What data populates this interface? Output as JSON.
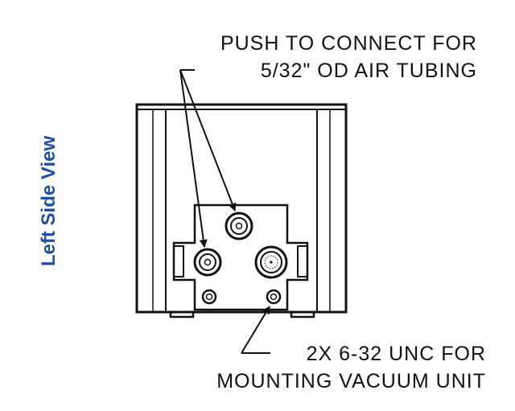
{
  "view_label": "Left Side View",
  "callout_top": {
    "line1": "PUSH TO CONNECT FOR",
    "line2": "5/32\" OD AIR TUBING"
  },
  "callout_bottom": {
    "line1": "2X 6-32 UNC FOR",
    "line2": "MOUNTING VACUUM UNIT"
  },
  "colors": {
    "label_blue": "#1f4fa3",
    "line": "#111111",
    "body_fill": "#ffffff"
  }
}
